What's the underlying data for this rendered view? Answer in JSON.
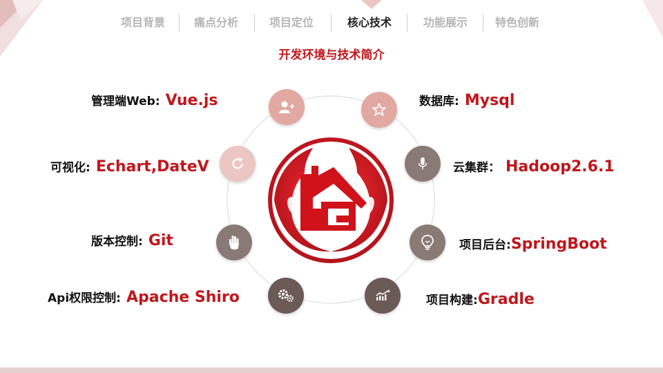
{
  "nav": {
    "tabs": [
      {
        "label": "项目背景",
        "active": false
      },
      {
        "label": "痛点分析",
        "active": false
      },
      {
        "label": "项目定位",
        "active": false
      },
      {
        "label": "核心技术",
        "active": true
      },
      {
        "label": "功能展示",
        "active": false
      },
      {
        "label": "特色创新",
        "active": false
      }
    ]
  },
  "subtitle": "开发环境与技术简介",
  "colors": {
    "accent_red": "#c0171c",
    "node_pink": "#e2a8a2",
    "node_pink_light": "#ecc6c2",
    "node_gray_brown": "#8a7a75",
    "node_dark_brown": "#6b5a55"
  },
  "technologies": {
    "management_web": {
      "label": "管理端Web:",
      "value": "Vue.js",
      "icon": "add-user-icon"
    },
    "visualization": {
      "label": "可视化:",
      "value": "Echart,DateV",
      "icon": "refresh-icon"
    },
    "version_control": {
      "label": "版本控制:",
      "value": "Git",
      "icon": "hand-icon"
    },
    "api_auth": {
      "label": "Api权限控制:",
      "value": "Apache Shiro",
      "icon": "gears-icon"
    },
    "database": {
      "label": "数据库:",
      "value": "Mysql",
      "icon": "star-icon"
    },
    "cloud_cluster": {
      "label": "云集群：",
      "value": "Hadoop2.6.1",
      "icon": "microphone-icon"
    },
    "backend": {
      "label": "项目后台:",
      "value": "SpringBoot",
      "icon": "lightbulb-icon"
    },
    "build": {
      "label": "项目构建:",
      "value": "Gradle",
      "icon": "chart-icon"
    }
  }
}
